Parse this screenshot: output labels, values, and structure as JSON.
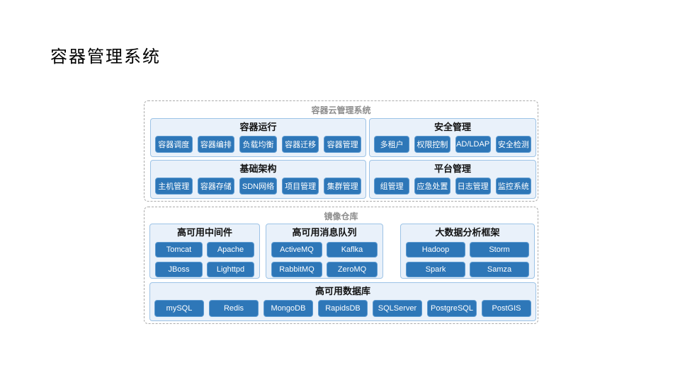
{
  "slide": {
    "title": "容器管理系统"
  },
  "colors": {
    "button_blue": "#2E77B8",
    "button_border": "#5E9BD1",
    "panel_bg": "#E9F1FA",
    "panel_border": "#9DC3E6",
    "group_border": "#ABABAB",
    "group_label": "#8C8C8C",
    "button_text": "#FFFFFF",
    "title_text": "#000000"
  },
  "diagram": {
    "cloud_box": {
      "label": "容器云管理系统",
      "panels": [
        {
          "title": "容器运行",
          "buttons": [
            "容器调度",
            "容器编排",
            "负载均衡",
            "容器迁移",
            "容器管理"
          ]
        },
        {
          "title": "安全管理",
          "buttons": [
            "多租户",
            "权限控制",
            "AD/LDAP",
            "安全检测"
          ]
        },
        {
          "title": "基础架构",
          "buttons": [
            "主机管理",
            "容器存储",
            "SDN网络",
            "项目管理",
            "集群管理"
          ]
        },
        {
          "title": "平台管理",
          "buttons": [
            "组管理",
            "应急处置",
            "日志管理",
            "监控系统"
          ]
        }
      ]
    },
    "registry_box": {
      "label": "镜像仓库",
      "panels": [
        {
          "title": "高可用中间件",
          "buttons": [
            "Tomcat",
            "Apache",
            "JBoss",
            "Lighttpd"
          ]
        },
        {
          "title": "高可用消息队列",
          "buttons": [
            "ActiveMQ",
            "Kaflka",
            "RabbitMQ",
            "ZeroMQ"
          ]
        },
        {
          "title": "大数据分析框架",
          "buttons": [
            "Hadoop",
            "Storm",
            "Spark",
            "Samza"
          ]
        },
        {
          "title": "高可用数据库",
          "buttons": [
            "mySQL",
            "Redis",
            "MongoDB",
            "RapidsDB",
            "SQLServer",
            "PostgreSQL",
            "PostGIS"
          ]
        }
      ]
    }
  }
}
